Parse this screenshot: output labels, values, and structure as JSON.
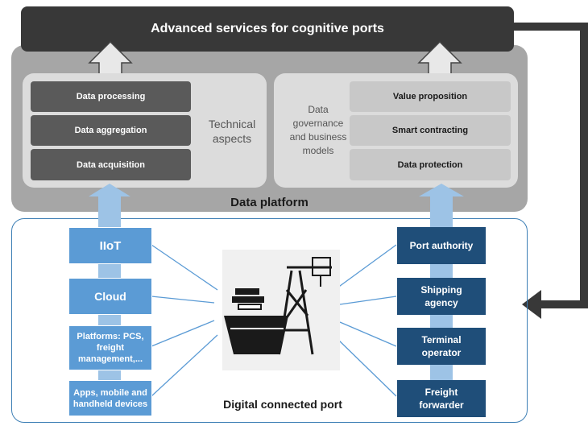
{
  "top_bar": {
    "title": "Advanced services for cognitive ports"
  },
  "data_platform": {
    "label": "Data platform",
    "technical": {
      "label": "Technical aspects",
      "items": [
        "Data processing",
        "Data aggregation",
        "Data acquisition"
      ]
    },
    "governance": {
      "label": "Data governance and business models",
      "items": [
        "Value proposition",
        "Smart contracting",
        "Data protection"
      ]
    }
  },
  "port": {
    "label": "Digital connected port",
    "tech_stack": [
      "IIoT",
      "Cloud",
      "Platforms: PCS, freight management,...",
      "Apps, mobile and handheld devices"
    ],
    "stakeholders": [
      "Port authority",
      "Shipping agency",
      "Terminal operator",
      "Freight forwarder"
    ]
  },
  "colors": {
    "dark_bar": "#383838",
    "platform_gray": "#a6a6a6",
    "panel_gray": "#dcdcdc",
    "dark_box": "#5a5a5a",
    "light_box": "#c8c8c8",
    "blue_light": "#5b9bd5",
    "blue_dark": "#1f4e79",
    "arrow_blue": "#9dc3e6"
  }
}
